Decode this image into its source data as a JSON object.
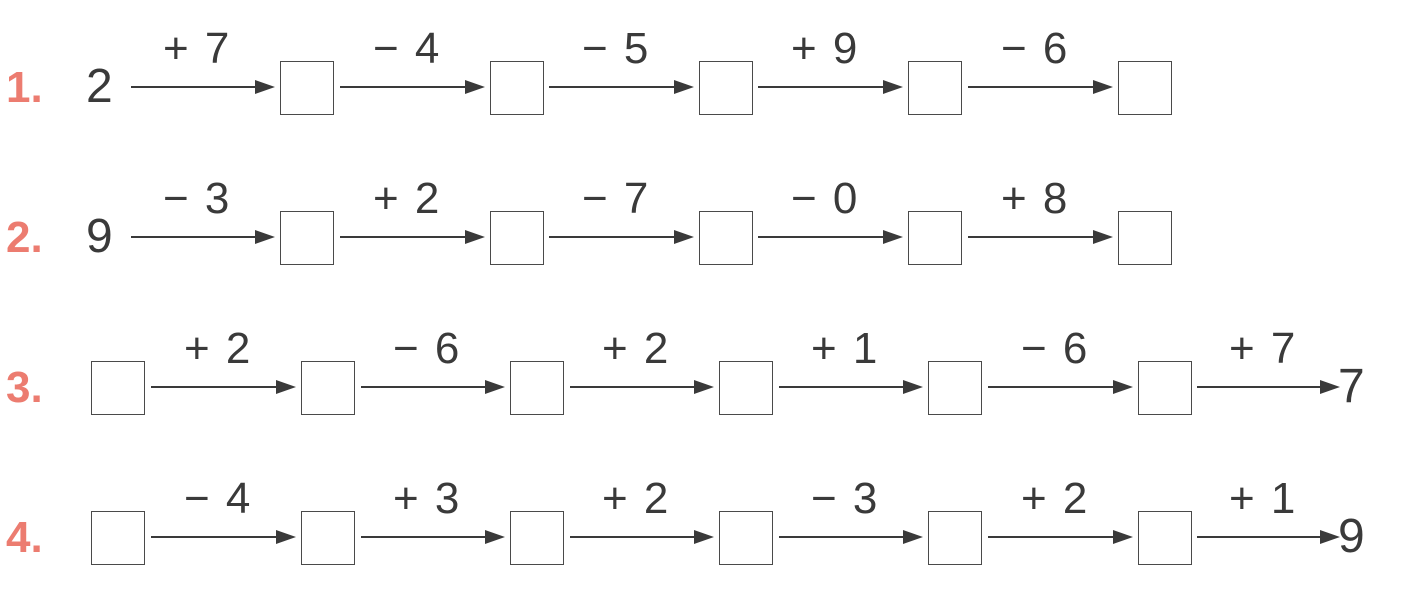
{
  "problems": [
    {
      "number": "1.",
      "start": "2",
      "operations": [
        "+ 7",
        "− 4",
        "− 5",
        "+ 9",
        "− 6"
      ],
      "end": ""
    },
    {
      "number": "2.",
      "start": "9",
      "operations": [
        "− 3",
        "+ 2",
        "− 7",
        "− 0",
        "+ 8"
      ],
      "end": ""
    },
    {
      "number": "3.",
      "start": "",
      "operations": [
        "+ 2",
        "− 6",
        "+ 2",
        "+ 1",
        "− 6",
        "+ 7"
      ],
      "end": "7"
    },
    {
      "number": "4.",
      "start": "",
      "operations": [
        "− 4",
        "+ 3",
        "+ 2",
        "− 3",
        "+ 2",
        "+ 1"
      ],
      "end": "9"
    }
  ]
}
